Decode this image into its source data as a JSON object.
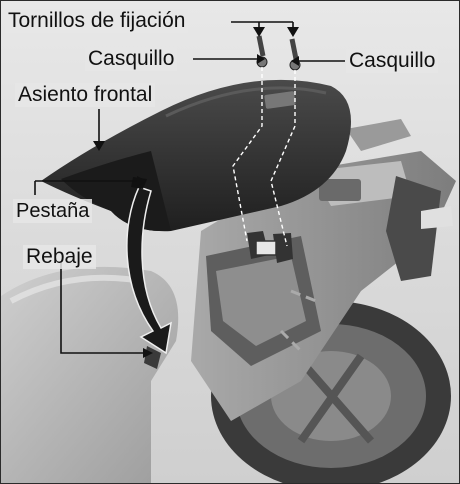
{
  "callouts": {
    "mounting_screws": "Tornillos de fijación",
    "bushing_left": "Casquillo",
    "bushing_right": "Casquillo",
    "front_seat": "Asiento frontal",
    "tab": "Pestaña",
    "recess": "Rebaje"
  },
  "colors": {
    "seat": "#2e2e2e",
    "arrow": "#1a1a1a",
    "leader_line": "#111111",
    "background": "#d9d9d9"
  }
}
